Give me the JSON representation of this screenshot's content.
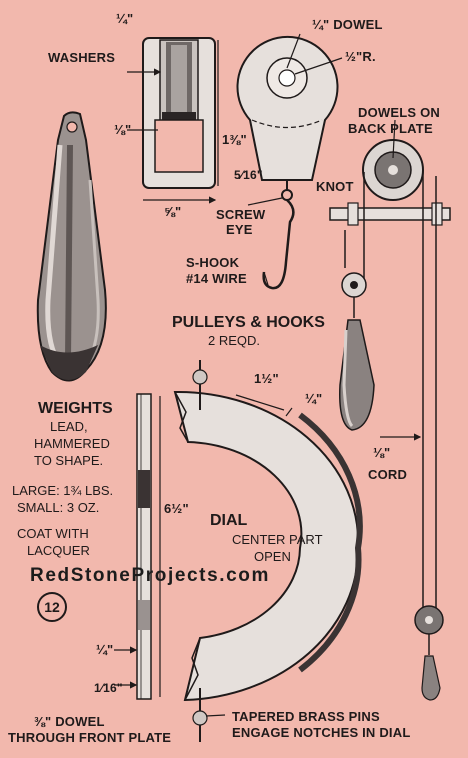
{
  "labels": {
    "washers": "WASHERS",
    "quarter_top": "¼\"",
    "eighth_left": "⅛\"",
    "one_three_eighths": "1⅜\"",
    "five_eighths": "⅝\"",
    "five_sixteenths": "5⁄16\"",
    "quarter_dowel": "¼\" DOWEL",
    "half_r": "½\"R.",
    "screw_eye_1": "SCREW",
    "screw_eye_2": "EYE",
    "dowels_on": "DOWELS ON",
    "back_plate": "BACK PLATE",
    "knot": "KNOT",
    "s_hook": "S-HOOK",
    "wire": "#14 WIRE",
    "pulleys_title": "PULLEYS & HOOKS",
    "pulleys_sub": "2 REQD.",
    "weights_title": "WEIGHTS",
    "weights_lines": [
      "LEAD,",
      "HAMMERED",
      "TO SHAPE."
    ],
    "large": "LARGE: 1¾ LBS.",
    "small": "SMALL: 3 OZ.",
    "coat_1": "COAT WITH",
    "coat_2": "LACQUER",
    "badge": "12",
    "one_half": "1½\"",
    "quarter_dial": "¼\"",
    "six_half": "6½\"",
    "dial_title": "DIAL",
    "dial_sub_1": "CENTER PART",
    "dial_sub_2": "OPEN",
    "eighth_cord": "⅛\"",
    "cord": "CORD",
    "quarter_bottom": "¼\"",
    "sixteenth": "1⁄16\"",
    "dowel_1": "⅜\" DOWEL",
    "dowel_2": "THROUGH FRONT PLATE",
    "pins_1": "TAPERED BRASS PINS",
    "pins_2": "ENGAGE NOTCHES IN DIAL",
    "watermark": "RedStoneProjects.com"
  },
  "colors": {
    "background": "#f2b8ad",
    "part_fill": "#e6e0dc",
    "ink": "#1f1a1a"
  }
}
